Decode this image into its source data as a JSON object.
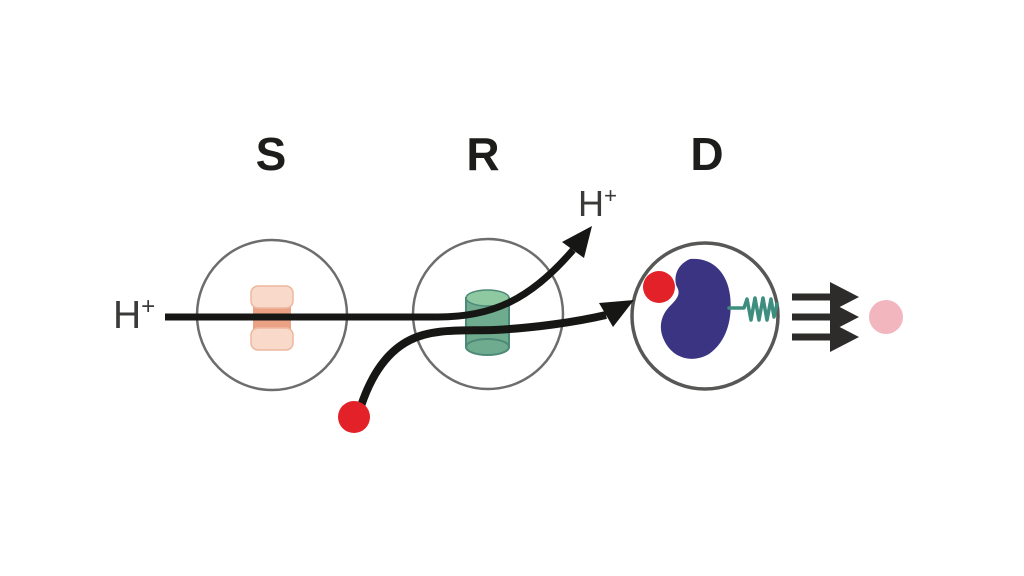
{
  "figure": {
    "labels": {
      "s": "S",
      "r": "R",
      "d": "D",
      "proton_in": {
        "base": "H",
        "sup": "+"
      },
      "proton_out": {
        "base": "H",
        "sup": "+"
      }
    },
    "colors": {
      "background": "#ffffff",
      "stroke_black": "#161614",
      "arrow_black": "#2e2c2b",
      "circle_gray": "#6d6d6d",
      "circle_gray_dark": "#575756",
      "red": "#e32128",
      "pink": "#f2b6bf",
      "navy": "#3a3483",
      "teal": "#3e8e80",
      "green_light": "#8fc9a2",
      "green_body": "#6fab8e",
      "green_edge": "#4d8a77",
      "peach_light": "#f9d9ca",
      "peach_dark": "#eba183",
      "peach_edge": "#eeb79f"
    }
  }
}
